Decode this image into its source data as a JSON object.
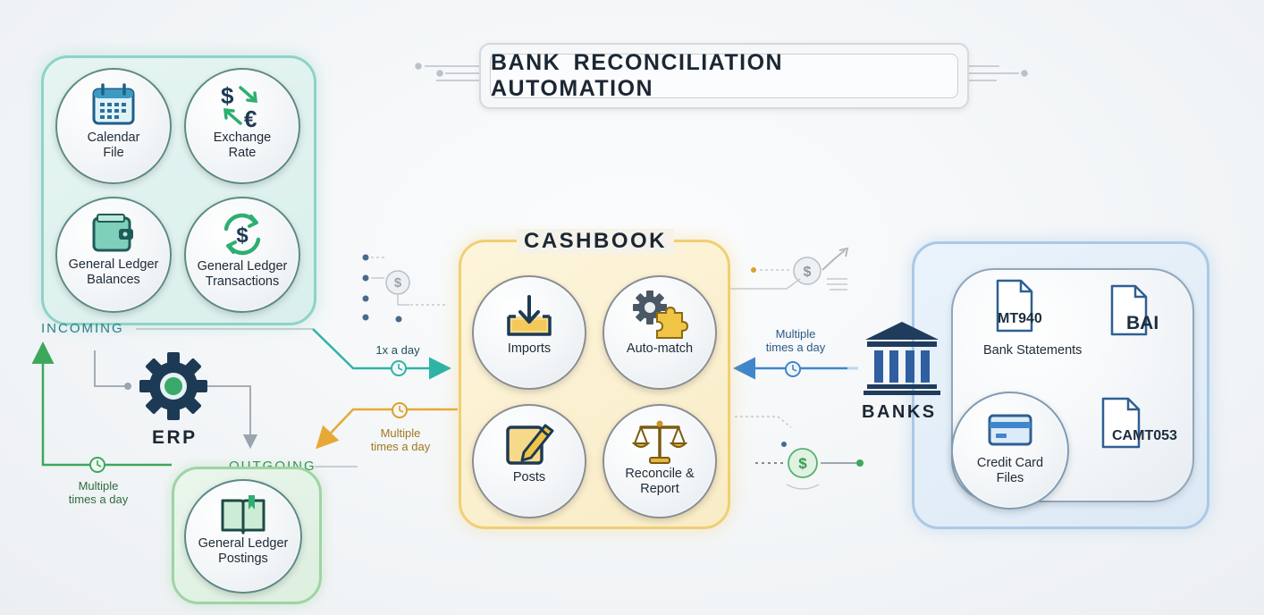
{
  "title": "BANK RECONCILIATION AUTOMATION",
  "erp": {
    "label": "ERP",
    "incoming_label": "INCOMING",
    "outgoing_label": "OUTGOING",
    "incoming_items": [
      {
        "label": "Calendar\nFile",
        "icon": "calendar-icon"
      },
      {
        "label": "Exchange\nRate",
        "icon": "currency-exchange-icon"
      },
      {
        "label": "General Ledger\nBalances",
        "icon": "wallet-icon"
      },
      {
        "label": "General Ledger\nTransactions",
        "icon": "dollar-cycle-icon"
      }
    ],
    "outgoing_items": [
      {
        "label": "General Ledger\nPostings",
        "icon": "ledger-book-icon"
      }
    ],
    "loop_frequency": "Multiple\ntimes a day"
  },
  "cashbook": {
    "label": "CASHBOOK",
    "items": [
      {
        "label": "Imports",
        "icon": "import-icon"
      },
      {
        "label": "Auto-match",
        "icon": "gear-puzzle-icon"
      },
      {
        "label": "Posts",
        "icon": "edit-icon"
      },
      {
        "label": "Reconcile &\nReport",
        "icon": "balance-scale-icon"
      }
    ]
  },
  "flows": {
    "erp_to_cashbook": "1x a day",
    "cashbook_to_erp": "Multiple\ntimes a day",
    "banks_to_cashbook": "Multiple\ntimes a day"
  },
  "banks": {
    "label": "BANKS",
    "statements_label": "Bank Statements",
    "formats": [
      "MT940",
      "BAI",
      "CAMT053"
    ],
    "credit_card_label": "Credit Card\nFiles"
  },
  "colors": {
    "teal": "#2fb3a6",
    "green": "#3ea85a",
    "gold": "#e6b63a",
    "blue": "#3f86cc",
    "navy": "#203c5c"
  }
}
